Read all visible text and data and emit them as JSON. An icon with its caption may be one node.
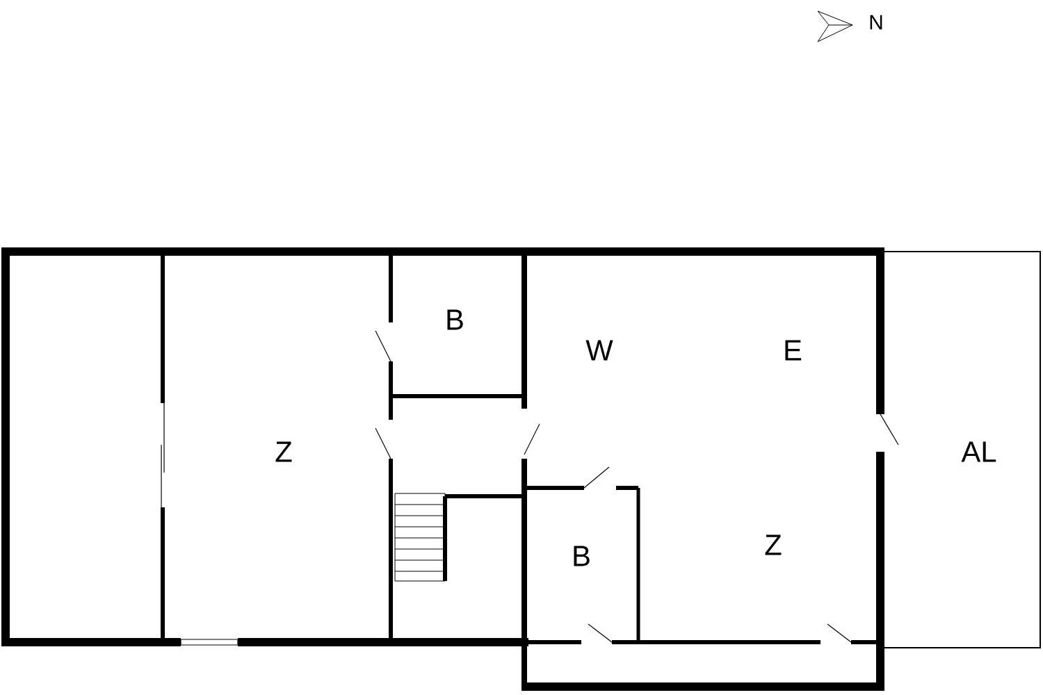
{
  "diagram": {
    "labels": [
      "N",
      "B",
      "Z",
      "W",
      "E",
      "AL",
      "B",
      "Z"
    ]
  }
}
